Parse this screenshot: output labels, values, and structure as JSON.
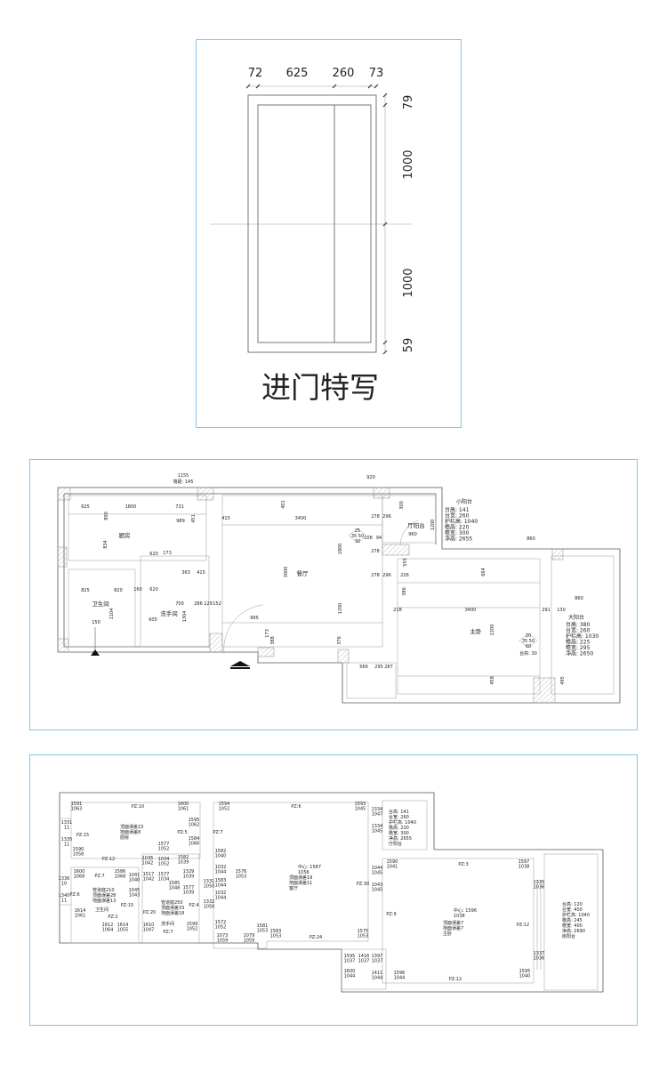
{
  "door_detail": {
    "title": "进门特写",
    "top_dims": [
      "72",
      "625",
      "260",
      "73"
    ],
    "side_dims": [
      "79",
      "1000",
      "1000",
      "59"
    ]
  },
  "floor_plan": {
    "rooms": [
      "厨房",
      "卫生间",
      "洗手间",
      "餐厅",
      "厅阳台",
      "主卧"
    ],
    "dims": [
      "625",
      "1800",
      "731",
      "989",
      "415",
      "3400",
      "401",
      "800",
      "834",
      "620",
      "173",
      "363",
      "415",
      "825",
      "820",
      "160",
      "620",
      "700",
      "286",
      "129",
      "152",
      "605",
      "995",
      "1104",
      "1304",
      "150",
      "3000",
      "1800",
      "1200",
      "173",
      "388",
      "376",
      "278",
      "296",
      "108",
      "94",
      "278",
      "278",
      "296",
      "226",
      "218",
      "3400",
      "2200",
      "664",
      "860",
      "291",
      "130",
      "566",
      "295",
      "287",
      "458",
      "495",
      "960",
      "920",
      "1155",
      "451",
      "1200",
      "300",
      "555",
      "386",
      "860"
    ],
    "wall_note": "墙距: 145",
    "living_diamond": [
      "25",
      "35 50",
      "30"
    ],
    "bedroom_diamond": [
      "20",
      "35 50",
      "60"
    ],
    "bedroom_sill": "台高: 30",
    "small_balcony": {
      "title": "小阳台",
      "lines": [
        "台高: 141",
        "台宽: 260",
        "护栏高: 1040",
        "檐高: 220",
        "檐宽: 300",
        "净高: 2655"
      ]
    },
    "large_balcony": {
      "title": "大阳台",
      "lines": [
        "台高: 380",
        "台宽: 260",
        "护栏高: 1030",
        "檐高: 225",
        "檐宽: 295",
        "净高: 2650"
      ]
    }
  },
  "ceiling_plan": {
    "points": [
      [
        "1591",
        "1063"
      ],
      [
        "1600",
        "1061"
      ],
      [
        "1595",
        "1062"
      ],
      [
        "1331",
        "11"
      ],
      [
        "1335",
        "11"
      ],
      [
        "1584",
        "1066"
      ],
      [
        "1577",
        "1052"
      ],
      [
        "1590",
        "1058"
      ],
      [
        "1035",
        "1042"
      ],
      [
        "1034",
        "1052"
      ],
      [
        "1582",
        "1039"
      ],
      [
        "1600",
        "1068"
      ],
      [
        "1586",
        "1068"
      ],
      [
        "1336",
        "10"
      ],
      [
        "1041",
        "1040"
      ],
      [
        "1517",
        "1042"
      ],
      [
        "1577",
        "1034"
      ],
      [
        "1329",
        "1039"
      ],
      [
        "1585",
        "1048"
      ],
      [
        "1577",
        "1039"
      ],
      [
        "1340",
        "11"
      ],
      [
        "1045",
        "1043"
      ],
      [
        "1614",
        "1061"
      ],
      [
        "1612",
        "1064"
      ],
      [
        "1614",
        "1055"
      ],
      [
        "1610",
        "1047"
      ],
      [
        "1599",
        "1052"
      ],
      [
        "1594",
        "1052"
      ],
      [
        "1593",
        "1045"
      ],
      [
        "1582",
        "1040"
      ],
      [
        "1032",
        "1044"
      ],
      [
        "1576",
        "1053"
      ],
      [
        "1583",
        "1044"
      ],
      [
        "1331",
        "1050"
      ],
      [
        "1032",
        "1044"
      ],
      [
        "1332",
        "1050"
      ],
      [
        "1572",
        "1052"
      ],
      [
        "1581",
        "1053"
      ],
      [
        "1583",
        "1053"
      ],
      [
        "1073",
        "1059"
      ],
      [
        "1079",
        "1059"
      ],
      [
        "1575",
        "1053"
      ],
      [
        "1334",
        "1047"
      ],
      [
        "1334",
        "1045"
      ],
      [
        "1590",
        "1041"
      ],
      [
        "1597",
        "1038"
      ],
      [
        "1044",
        "1045"
      ],
      [
        "1335",
        "1036"
      ],
      [
        "1043",
        "1045"
      ],
      [
        "1337",
        "1036"
      ],
      [
        "1595",
        "1037"
      ],
      [
        "1416",
        "1037"
      ],
      [
        "1397",
        "1037"
      ],
      [
        "1600",
        "1044"
      ],
      [
        "1411",
        "1044"
      ],
      [
        "1596",
        "1044"
      ],
      [
        "1595",
        "1040"
      ]
    ],
    "pz": [
      "PZ:10",
      "PZ:15",
      "PZ:5",
      "PZ:12",
      "PZ:7",
      "PZ:6",
      "PZ:15",
      "PZ:4",
      "PZ:20",
      "PZ:2",
      "PZ:7",
      "PZ:7",
      "PZ:6",
      "PZ:30",
      "PZ:24",
      "PZ:3",
      "PZ:9",
      "PZ:12",
      "PZ:12"
    ],
    "notes": [
      [
        "顶面误差23",
        "地面误差8",
        "厨房"
      ],
      [
        "管道底210",
        "顶面误差28",
        "地面误差13"
      ],
      [
        "管道底250",
        "顶面误差33",
        "地面误差18"
      ],
      [
        "中心: 1587",
        "1056"
      ],
      [
        "顶面误差19",
        "地面误差11",
        "客厅"
      ],
      [
        "台高: 141",
        "台宽: 260",
        "护栏高: 1040",
        "檐高: 220",
        "檐宽: 300",
        "净高: 2655",
        "厅阳台"
      ],
      [
        "中心: 1596",
        "1038"
      ],
      [
        "顶面误差7",
        "地面误差7",
        "主卧"
      ],
      [
        "台高: 120",
        "台宽: 400",
        "护栏高: 1040",
        "檐高: 245",
        "檐宽: 400",
        "净高: 2690",
        "房阳台"
      ]
    ],
    "labels": [
      "卫生间",
      "洗手间"
    ]
  }
}
